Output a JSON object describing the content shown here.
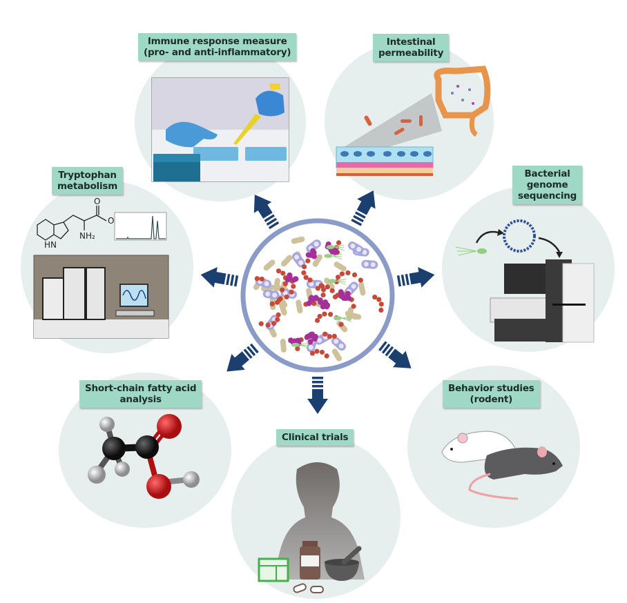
{
  "figure": {
    "title": "Gut microbiota research approaches",
    "center": {
      "name": "gut-microbiota-community"
    },
    "arrow_color": "#1b3f6e",
    "label_color": "#9fd9c6",
    "panel_color": "#e6efed",
    "panels": [
      {
        "id": "immune",
        "label_lines": [
          "Immune response measure",
          "(pro- and anti-inflammatory)"
        ],
        "illustration": "pipetting-assay-photo"
      },
      {
        "id": "intestinal",
        "label_lines": [
          "Intestinal",
          "permeability"
        ],
        "illustration": "gut-epithelium-and-colon"
      },
      {
        "id": "tryptophan",
        "label_lines": [
          "Tryptophan",
          "metabolism"
        ],
        "illustration": "tryptophan-structure-and-hplc",
        "chem_labels": {
          "hn": "HN",
          "nh2": "NH₂",
          "oh": "OH",
          "o": "O"
        }
      },
      {
        "id": "genome",
        "label_lines": [
          "Bacterial",
          "genome",
          "sequencing"
        ],
        "illustration": "bacterium-plasmid-sequencer"
      },
      {
        "id": "scfa",
        "label_lines": [
          "Short-chain fatty acid",
          "analysis"
        ],
        "illustration": "acetic-acid-molecule"
      },
      {
        "id": "clinical",
        "label_lines": [
          "Clinical trials"
        ],
        "illustration": "patient-and-medicines"
      },
      {
        "id": "behavior",
        "label_lines": [
          "Behavior studies",
          "(rodent)"
        ],
        "illustration": "two-mice"
      }
    ]
  }
}
